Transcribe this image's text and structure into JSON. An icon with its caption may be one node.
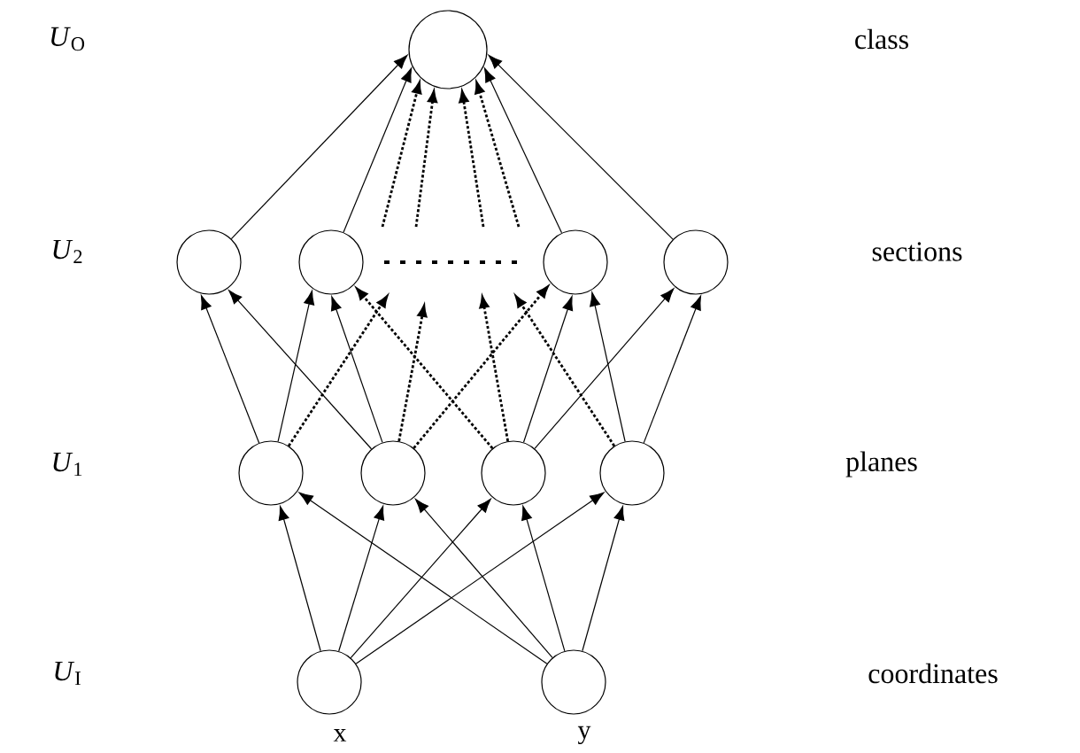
{
  "diagram": {
    "nodes": [
      {
        "text": [],
        "shape": "circle"
      },
      {
        "text": [],
        "shape": "circle"
      },
      {
        "text": [],
        "shape": "circle"
      },
      {
        "text": [],
        "shape": "circle"
      },
      {
        "text": [],
        "shape": "circle"
      },
      {
        "text": [],
        "shape": "circle"
      },
      {
        "text": [],
        "shape": "circle"
      },
      {
        "text": [],
        "shape": "circle"
      },
      {
        "text": [],
        "shape": "circle"
      },
      {
        "text": [],
        "shape": "circle",
        "beside": [
          "x"
        ]
      },
      {
        "text": [],
        "shape": "circle",
        "beside": [
          "y"
        ]
      }
    ],
    "edges": [
      {
        "from": 1,
        "to": 0,
        "arrow": "to"
      },
      {
        "from": 2,
        "to": 0,
        "arrow": "to"
      },
      {
        "from": null,
        "to": 0,
        "arrow": "to",
        "style": "dashed"
      },
      {
        "from": null,
        "to": 0,
        "arrow": "to",
        "style": "dashed"
      },
      {
        "from": null,
        "to": 0,
        "arrow": "to",
        "style": "dashed"
      },
      {
        "from": null,
        "to": 0,
        "arrow": "to",
        "style": "dashed"
      },
      {
        "from": 3,
        "to": 0,
        "arrow": "to"
      },
      {
        "from": 4,
        "to": 0,
        "arrow": "to"
      },
      {
        "from": 5,
        "to": 1,
        "arrow": "to"
      },
      {
        "from": 5,
        "to": 2,
        "arrow": "to"
      },
      {
        "from": 5,
        "to": null,
        "arrow": "to",
        "style": "dashed"
      },
      {
        "from": 6,
        "to": 1,
        "arrow": "to"
      },
      {
        "from": 6,
        "to": 2,
        "arrow": "to"
      },
      {
        "from": 6,
        "to": null,
        "arrow": "to",
        "style": "dashed"
      },
      {
        "from": 6,
        "to": 3,
        "arrow": "to",
        "style": "dashed"
      },
      {
        "from": 7,
        "to": 2,
        "arrow": "to",
        "style": "dashed"
      },
      {
        "from": 7,
        "to": null,
        "arrow": "to",
        "style": "dashed"
      },
      {
        "from": 7,
        "to": 3,
        "arrow": "to"
      },
      {
        "from": 7,
        "to": 4,
        "arrow": "to"
      },
      {
        "from": 8,
        "to": null,
        "arrow": "to",
        "style": "dashed"
      },
      {
        "from": 8,
        "to": 3,
        "arrow": "to"
      },
      {
        "from": 8,
        "to": 4,
        "arrow": "to"
      },
      {
        "from": 9,
        "to": 5,
        "arrow": "to"
      },
      {
        "from": 9,
        "to": 6,
        "arrow": "to"
      },
      {
        "from": 9,
        "to": 7,
        "arrow": "to"
      },
      {
        "from": 9,
        "to": 8,
        "arrow": "to"
      },
      {
        "from": 10,
        "to": 5,
        "arrow": "to"
      },
      {
        "from": 10,
        "to": 6,
        "arrow": "to"
      },
      {
        "from": 10,
        "to": 7,
        "arrow": "to"
      },
      {
        "from": 10,
        "to": 8,
        "arrow": "to"
      }
    ],
    "labels": [
      "*U*$_{O}$",
      "class",
      "*U*$_{2}$",
      "sections",
      "*U*$_{1}$",
      "planes",
      "*U*$_{I}$",
      "coordinates"
    ]
  }
}
